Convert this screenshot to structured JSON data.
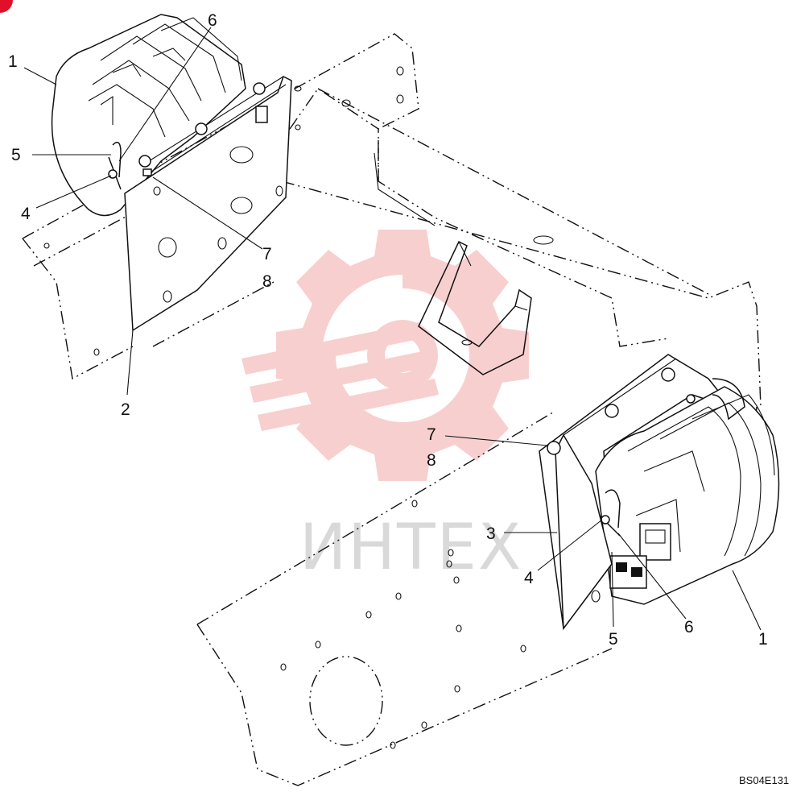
{
  "watermark": {
    "text": "ИНТЕХ",
    "color": "#f4b0b0"
  },
  "drawing_code": "BS04E131",
  "callouts": [
    {
      "id": "c1-left",
      "text": "1"
    },
    {
      "id": "c6-left",
      "text": "6"
    },
    {
      "id": "c5-left",
      "text": "5"
    },
    {
      "id": "c4-left",
      "text": "4"
    },
    {
      "id": "c7-left",
      "text": "7"
    },
    {
      "id": "c8-left",
      "text": "8"
    },
    {
      "id": "c2",
      "text": "2"
    },
    {
      "id": "c7-right",
      "text": "7"
    },
    {
      "id": "c8-right",
      "text": "8"
    },
    {
      "id": "c3",
      "text": "3"
    },
    {
      "id": "c4-right",
      "text": "4"
    },
    {
      "id": "c5-right",
      "text": "5"
    },
    {
      "id": "c6-right",
      "text": "6"
    },
    {
      "id": "c1-right",
      "text": "1"
    }
  ]
}
